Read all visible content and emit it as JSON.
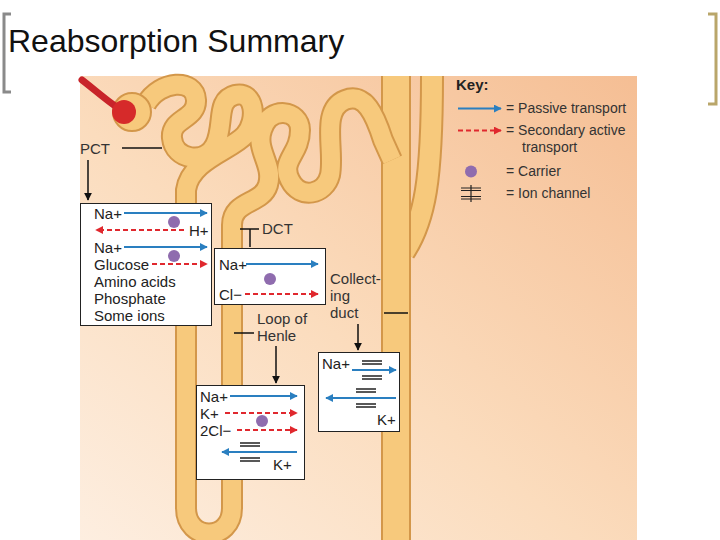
{
  "diagram": {
    "title": "Reabsorption Summary",
    "nodes": [
      {
        "text": [
          "Na+",
          "H+",
          "Na+",
          "Glucose",
          "Amino acids",
          "Phosphate",
          "Some ions"
        ]
      },
      {
        "text": [
          "Na+",
          "Cl−"
        ]
      },
      {
        "text": [
          "Na+",
          "K+"
        ]
      },
      {
        "text": [
          "Na+",
          "K+",
          "2Cl−",
          "K+"
        ]
      }
    ],
    "labels": [
      "Key:",
      "PCT",
      "DCT",
      "Collect- ing duct",
      "Loop of Henle"
    ],
    "legend": [
      {
        "text": "= Passive transport"
      },
      {
        "text": "= Secondary active transport"
      },
      {
        "text": "= Carrier"
      },
      {
        "text": "= Ion channel"
      }
    ]
  }
}
